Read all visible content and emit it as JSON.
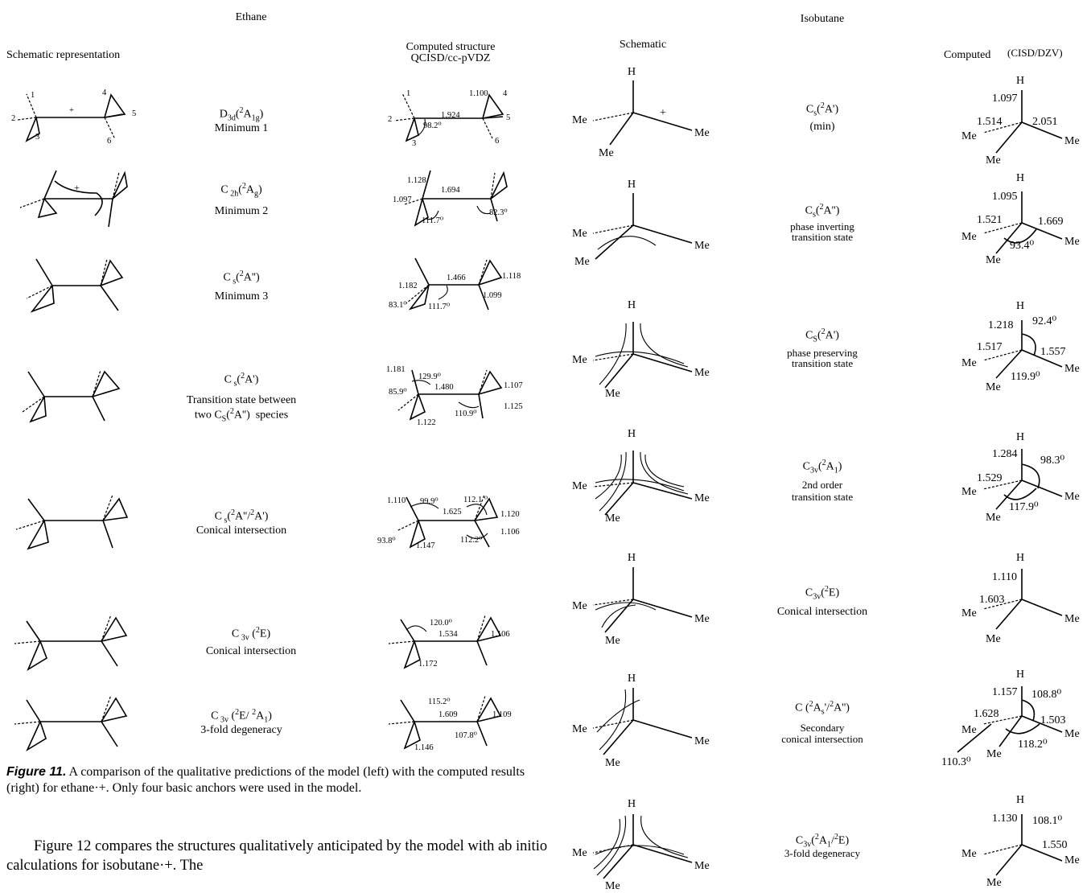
{
  "ethane": {
    "title": "Ethane",
    "col_schematic": "Schematic representation",
    "col_computed": "Computed structure\nQCISD/cc-pVDZ",
    "rows": [
      {
        "state": "D3d(2A1g)",
        "desc": "Minimum 1"
      },
      {
        "state": "C2h(2Ag)",
        "desc": "Minimum 2"
      },
      {
        "state": "Cs(2A'')",
        "desc": "Minimum 3"
      },
      {
        "state": "Cs(2A')",
        "desc": "Transition state between two Cs(2A'') species"
      },
      {
        "state": "Cs(2A''/2A')",
        "desc": "Conical intersection"
      },
      {
        "state": "C3v(2E)",
        "desc": "Conical intersection"
      },
      {
        "state": "C3v(2E/2A1)",
        "desc": "3-fold degeneracy"
      }
    ]
  },
  "isobutane": {
    "title": "Isobutane",
    "col_schematic": "Schematic",
    "col_computed": "Computed",
    "col_method": "(CISD/DZV)",
    "rows": [
      {
        "state": "Cs(2A')",
        "desc": "(min)"
      },
      {
        "state": "Cs(2A'')",
        "desc": "phase inverting transition state"
      },
      {
        "state": "Cs(2A')",
        "desc": "phase preserving transition state"
      },
      {
        "state": "C3v(2A1)",
        "desc": "2nd order transition state"
      },
      {
        "state": "C3v(2E)",
        "desc": "Conical intersection"
      },
      {
        "state": "C(2As'/2A'')",
        "desc": "Secondary conical intersection"
      },
      {
        "state": "C3v(2A1/2E)",
        "desc": "3-fold degeneracy"
      }
    ]
  },
  "caption": {
    "label": "Figure 11.",
    "text": "A comparison of the qualitative predictions of the model (left) with the computed results (right) for ethane·+. Only four basic anchors were used in the model."
  },
  "paragraph": "Figure 12 compares the structures qualitatively anticipated by the model with ab initio calculations for isobutane·+. The",
  "labels": {
    "H": "H",
    "Me": "Me",
    "plus": "+",
    "eth_min1": [
      "1",
      "2",
      "3",
      "4",
      "5",
      "6",
      "1.924",
      "1.100",
      "98.2⁰"
    ],
    "eth_min2": [
      "1.128",
      "1.694",
      "1.097",
      "111.7⁰",
      "82.3⁰"
    ],
    "eth_min3": [
      "1.466",
      "1.118",
      "1.182",
      "1.099",
      "83.1⁰",
      "111.7⁰"
    ],
    "eth_ts": [
      "1.181",
      "129.9⁰",
      "85.9⁰",
      "1.480",
      "1.107",
      "110.9⁰",
      "1.125",
      "1.122"
    ],
    "eth_ci": [
      "1.110",
      "99.9⁰",
      "112.1 ⁰",
      "1.625",
      "1.120",
      "112.2⁰",
      "1.106",
      "93.8⁰",
      "1.147"
    ],
    "eth_c3v": [
      "120.0⁰",
      "1.534",
      "1.106",
      "1.172"
    ],
    "eth_deg": [
      "115.2⁰",
      "1.609",
      "1.109",
      "107.8⁰",
      "1.146"
    ],
    "iso_min": [
      "1.097",
      "1.514",
      "2.051"
    ],
    "iso_ts1": [
      "1.095",
      "1.521",
      "1.669",
      "93.4⁰"
    ],
    "iso_ts2": [
      "1.218",
      "92.4⁰",
      "1.517",
      "1.557",
      "119.9⁰"
    ],
    "iso_c3v": [
      "1.284",
      "98.3⁰",
      "1.529",
      "117.9⁰"
    ],
    "iso_ci": [
      "1.110",
      "1.603"
    ],
    "iso_sci": [
      "1.157",
      "108.8⁰",
      "1.628",
      "1.503",
      "118.2⁰",
      "110.3⁰"
    ],
    "iso_deg": [
      "1.130",
      "108.1⁰",
      "1.550"
    ]
  }
}
